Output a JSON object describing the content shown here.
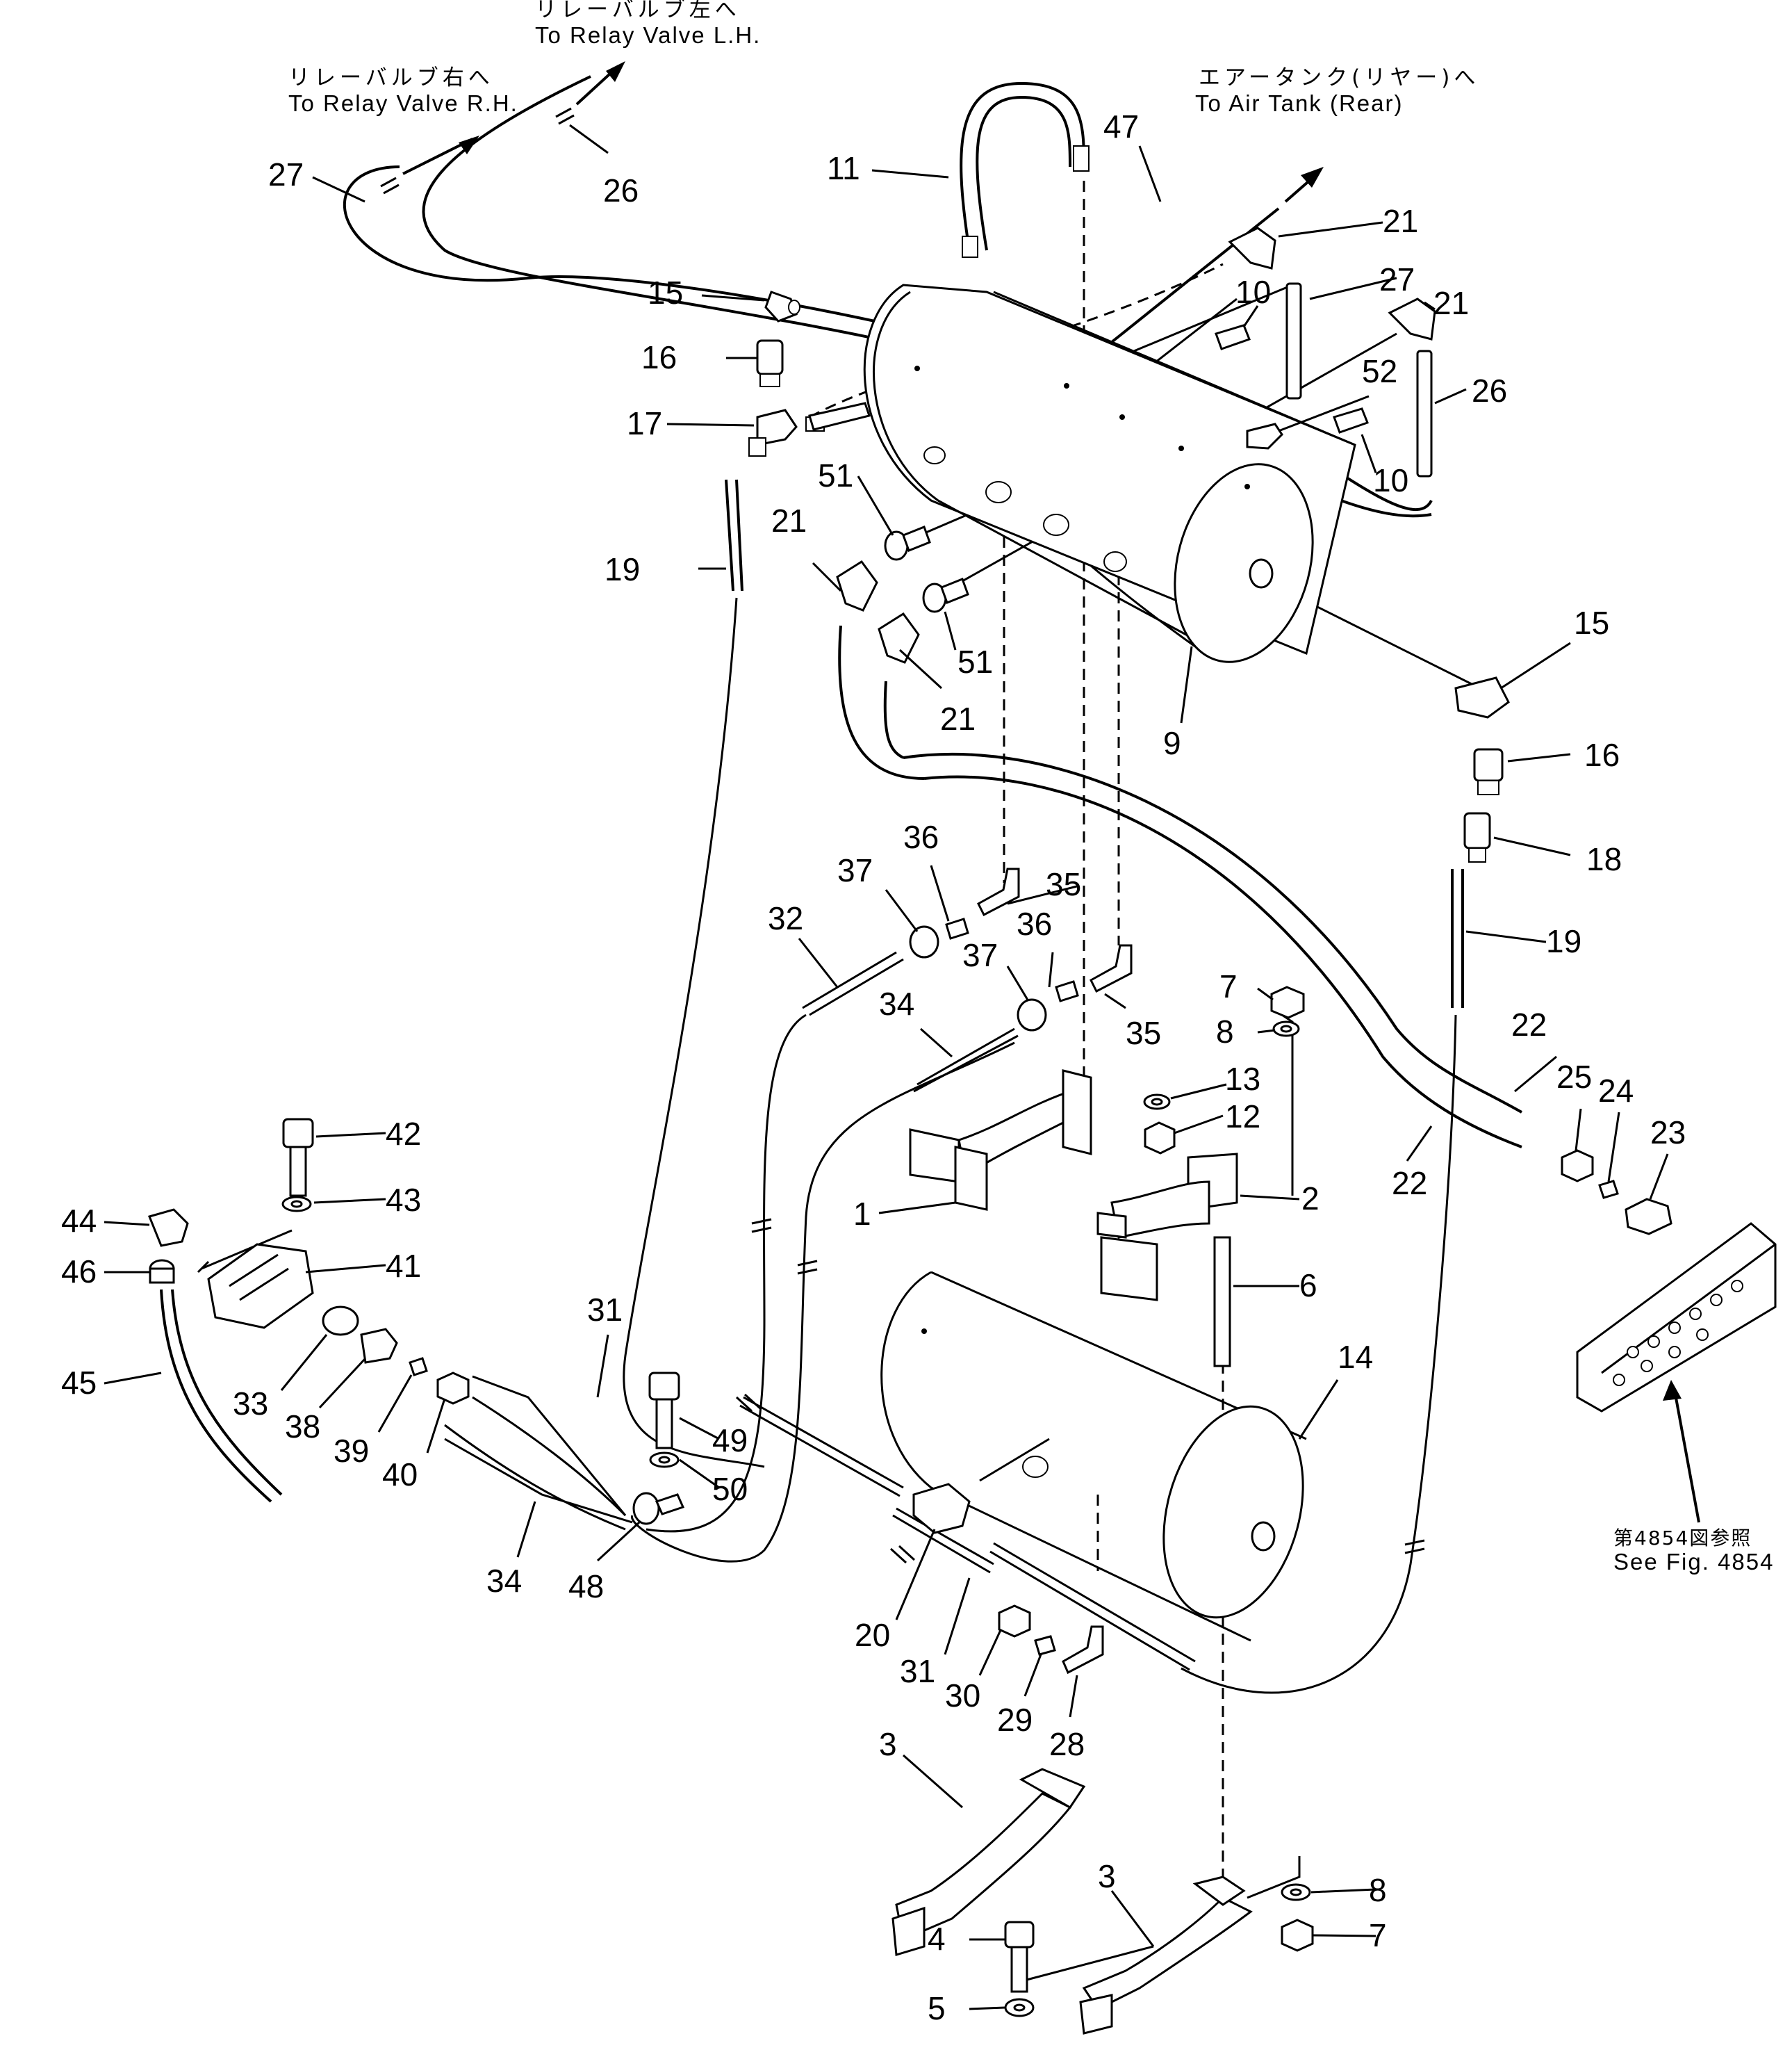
{
  "notes": {
    "relay_lh_jp": "リレーバルブ左へ",
    "relay_lh_en": "To Relay Valve L.H.",
    "relay_rh_jp": "リレーバルブ右へ",
    "relay_rh_en": "To Relay Valve R.H.",
    "air_tank_jp": "エアータンク(リヤー)へ",
    "air_tank_en": "To Air Tank (Rear)",
    "see_fig_jp": "第4854図参照",
    "see_fig_en": "See Fig. 4854"
  },
  "callouts": [
    {
      "id": "c1",
      "label": "27"
    },
    {
      "id": "c2",
      "label": "26"
    },
    {
      "id": "c3",
      "label": "11"
    },
    {
      "id": "c4",
      "label": "47"
    },
    {
      "id": "c5",
      "label": "21"
    },
    {
      "id": "c6",
      "label": "10"
    },
    {
      "id": "c7",
      "label": "27"
    },
    {
      "id": "c8",
      "label": "21"
    },
    {
      "id": "c9",
      "label": "15"
    },
    {
      "id": "c10",
      "label": "16"
    },
    {
      "id": "c11",
      "label": "52"
    },
    {
      "id": "c12",
      "label": "26"
    },
    {
      "id": "c13",
      "label": "17"
    },
    {
      "id": "c14",
      "label": "10"
    },
    {
      "id": "c15",
      "label": "51"
    },
    {
      "id": "c16",
      "label": "21"
    },
    {
      "id": "c17",
      "label": "19"
    },
    {
      "id": "c18",
      "label": "51"
    },
    {
      "id": "c19",
      "label": "21"
    },
    {
      "id": "c20",
      "label": "15"
    },
    {
      "id": "c21",
      "label": "9"
    },
    {
      "id": "c22",
      "label": "16"
    },
    {
      "id": "c23",
      "label": "36"
    },
    {
      "id": "c24",
      "label": "37"
    },
    {
      "id": "c25",
      "label": "35"
    },
    {
      "id": "c26",
      "label": "18"
    },
    {
      "id": "c27",
      "label": "32"
    },
    {
      "id": "c28",
      "label": "36"
    },
    {
      "id": "c29",
      "label": "37"
    },
    {
      "id": "c30",
      "label": "19"
    },
    {
      "id": "c31",
      "label": "34"
    },
    {
      "id": "c32",
      "label": "7"
    },
    {
      "id": "c33",
      "label": "35"
    },
    {
      "id": "c34",
      "label": "8"
    },
    {
      "id": "c35",
      "label": "22"
    },
    {
      "id": "c36",
      "label": "13"
    },
    {
      "id": "c37",
      "label": "25"
    },
    {
      "id": "c38",
      "label": "24"
    },
    {
      "id": "c39",
      "label": "12"
    },
    {
      "id": "c40",
      "label": "23"
    },
    {
      "id": "c41",
      "label": "42"
    },
    {
      "id": "c42",
      "label": "22"
    },
    {
      "id": "c43",
      "label": "2"
    },
    {
      "id": "c44",
      "label": "1"
    },
    {
      "id": "c45",
      "label": "43"
    },
    {
      "id": "c46",
      "label": "44"
    },
    {
      "id": "c47",
      "label": "41"
    },
    {
      "id": "c48",
      "label": "46"
    },
    {
      "id": "c49",
      "label": "6"
    },
    {
      "id": "c50",
      "label": "31"
    },
    {
      "id": "c51",
      "label": "14"
    },
    {
      "id": "c52",
      "label": "45"
    },
    {
      "id": "c53",
      "label": "33"
    },
    {
      "id": "c54",
      "label": "49"
    },
    {
      "id": "c55",
      "label": "38"
    },
    {
      "id": "c56",
      "label": "39"
    },
    {
      "id": "c57",
      "label": "40"
    },
    {
      "id": "c58",
      "label": "50"
    },
    {
      "id": "c59",
      "label": "34"
    },
    {
      "id": "c60",
      "label": "48"
    },
    {
      "id": "c61",
      "label": "20"
    },
    {
      "id": "c62",
      "label": "31"
    },
    {
      "id": "c63",
      "label": "30"
    },
    {
      "id": "c64",
      "label": "29"
    },
    {
      "id": "c65",
      "label": "28"
    },
    {
      "id": "c66",
      "label": "3"
    },
    {
      "id": "c67",
      "label": "3"
    },
    {
      "id": "c68",
      "label": "8"
    },
    {
      "id": "c69",
      "label": "4"
    },
    {
      "id": "c70",
      "label": "7"
    },
    {
      "id": "c71",
      "label": "5"
    }
  ]
}
